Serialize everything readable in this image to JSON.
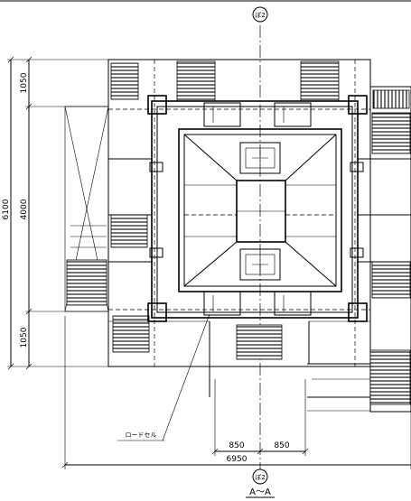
{
  "drawing": {
    "grid_top": "ぽ2",
    "grid_bottom": "ぽ2",
    "section_label": "A～A",
    "callout": "ロードセル"
  },
  "dimensions": {
    "left_overall": "6100",
    "left_top": "1050",
    "left_mid": "4000",
    "left_bottom": "1050",
    "bottom_left": "850",
    "bottom_right": "850",
    "bottom_overall": "6950"
  }
}
